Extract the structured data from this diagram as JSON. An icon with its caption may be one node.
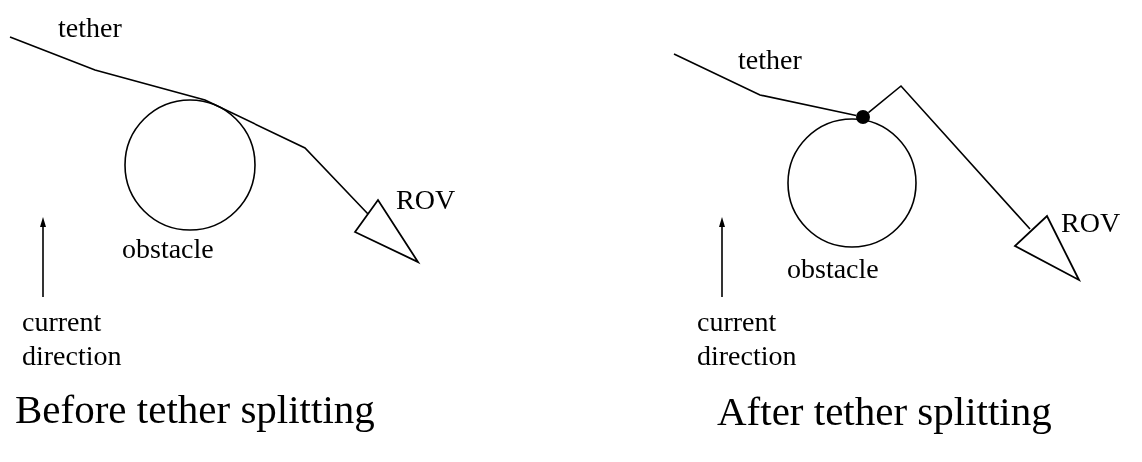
{
  "diagram": {
    "nodes": [
      {
        "text": [],
        "shape": "circle",
        "beside": [
          "obstacle"
        ]
      },
      {
        "text": [],
        "shape": "triangle",
        "beside": [
          "ROV"
        ]
      },
      {
        "text": [],
        "shape": "circle",
        "beside": [
          "obstacle"
        ]
      },
      {
        "text": [],
        "shape": "dot"
      },
      {
        "text": [],
        "shape": "triangle",
        "beside": [
          "ROV"
        ]
      }
    ],
    "edges": [
      {
        "from": null,
        "to": 1,
        "arrow": "none",
        "label": "tether"
      },
      {
        "from": null,
        "to": 3,
        "arrow": "none",
        "label": "tether"
      },
      {
        "from": 3,
        "to": 4,
        "arrow": "none"
      }
    ],
    "labels": [
      "current direction",
      "Before tether splitting",
      "current direction",
      "After tether splitting"
    ]
  }
}
